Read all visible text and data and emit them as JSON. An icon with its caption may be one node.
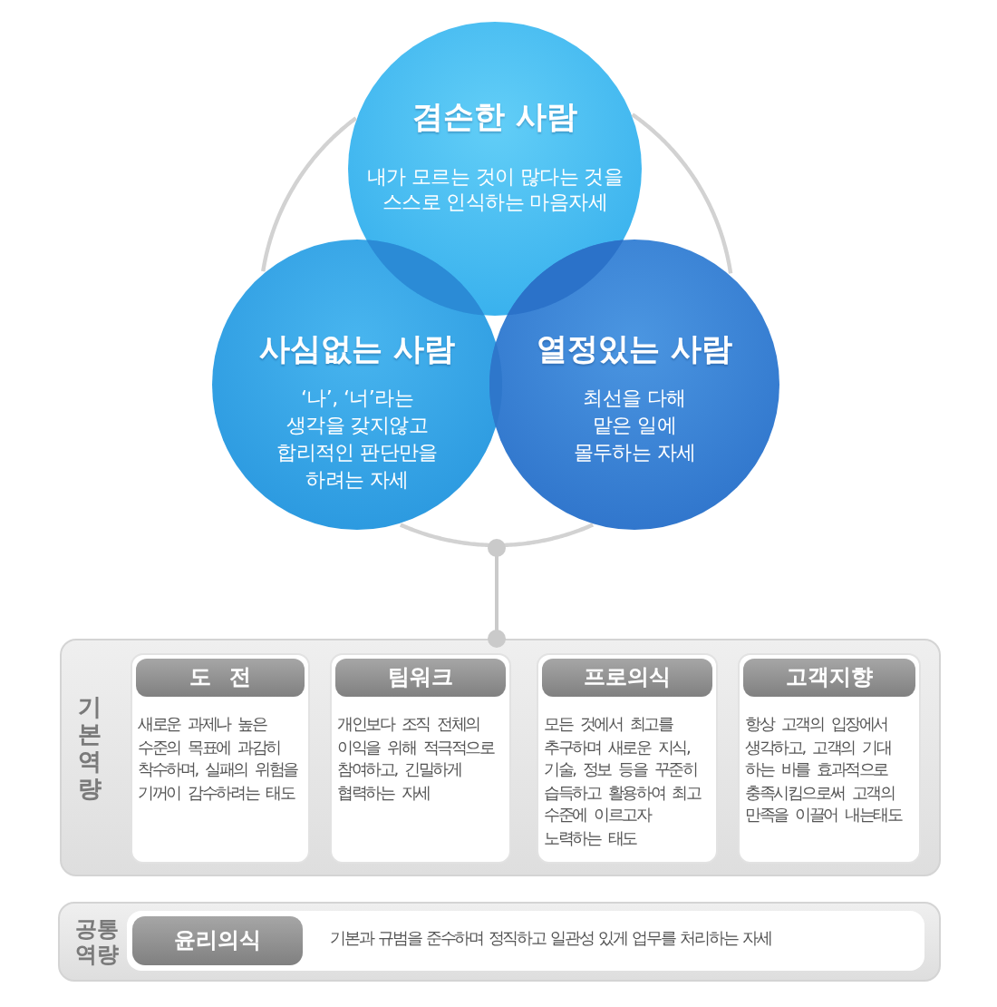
{
  "diagram": {
    "nodes": [
      {
        "text": [],
        "shape": "circle"
      },
      {
        "text": [
          "겸손한 사람",
          "내가 모르는 것이 많다는 것을 스스로 인식하는 마음자세"
        ]
      },
      {
        "text": [
          "사심없는 사람",
          "‘나’, ‘너’라는 생각을 갖지않고 합리적인 판단만을 하려는 자세"
        ]
      },
      {
        "text": [
          "열정있는 사람",
          "최선을 다해 맡은 일에 몰두하는 자세"
        ]
      },
      {
        "text": [
          "기본역량"
        ]
      },
      {
        "text": [
          "도 전",
          "새로운 과제나 높은 수준의 목표에 과감히 착수하며, 실패의 위험을 기꺼이 감수하려는 태도"
        ],
        "in": 4
      },
      {
        "text": [
          "팀워크",
          "개인보다 조직 전체의 이익을 위해 적극적으로 참여하고, 긴밀하게 협력하는 자세"
        ],
        "in": 4
      },
      {
        "text": [
          "프로의식",
          "모든 것에서 최고를 추구하며 새로운 지식, 기술, 정보 등을 꾸준히 습득하고 활용하여 최고 수준에 이르고자 노력하는 태도"
        ],
        "in": 4
      },
      {
        "text": [
          "고객지향",
          "항상 고객의 입장에서 생각하고, 고객의 기대 하는 바를 효과적으로 충족시킴으로써 고객의 만족을 이끌어 내는태도"
        ],
        "in": 4
      },
      {
        "text": [
          "공통 역량"
        ]
      },
      {
        "text": [
          "윤리의식",
          "기본과 규범을 준수하며 정직하고 일관성 있게 업무를 처리하는 자세"
        ],
        "in": 9
      }
    ],
    "edges": [
      {
        "from": 0,
        "to": 4,
        "arrow": "other"
      }
    ]
  }
}
